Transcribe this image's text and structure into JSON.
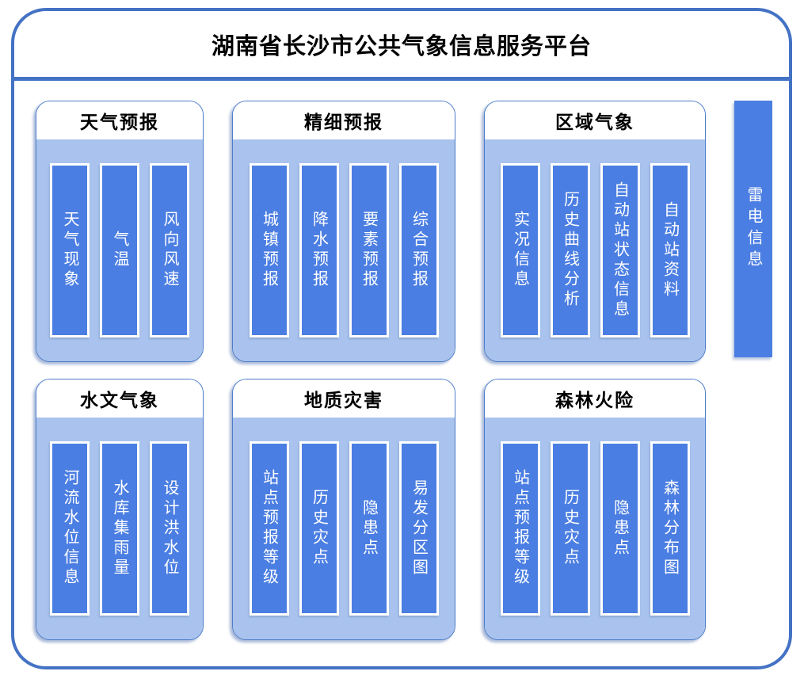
{
  "title": "湖南省长沙市公共气象信息服务平台",
  "panels": [
    {
      "title": "天气预报",
      "items": [
        "天气现象",
        "气温",
        "风向风速"
      ]
    },
    {
      "title": "精细预报",
      "items": [
        "城镇预报",
        "降水预报",
        "要素预报",
        "综合预报"
      ]
    },
    {
      "title": "区域气象",
      "items": [
        "实况信息",
        "历史曲线分析",
        "自动站状态信息",
        "自动站资料"
      ]
    },
    {
      "title": "水文气象",
      "items": [
        "河流水位信息",
        "水库集雨量",
        "设计洪水位"
      ]
    },
    {
      "title": "地质灾害",
      "items": [
        "站点预报等级",
        "历史灾点",
        "隐患点",
        "易发分区图"
      ]
    },
    {
      "title": "森林火险",
      "items": [
        "站点预报等级",
        "历史灾点",
        "隐患点",
        "森林分布图"
      ]
    }
  ],
  "side_bar": {
    "label": "雷电信息"
  },
  "colors": {
    "outer_border": "#4472c4",
    "panel_border": "#4d7cc9",
    "panel_body": "#a9c3ee",
    "bar_fill": "#4b7ee2",
    "bar_text": "#ffffff",
    "title_text": "#000000"
  }
}
